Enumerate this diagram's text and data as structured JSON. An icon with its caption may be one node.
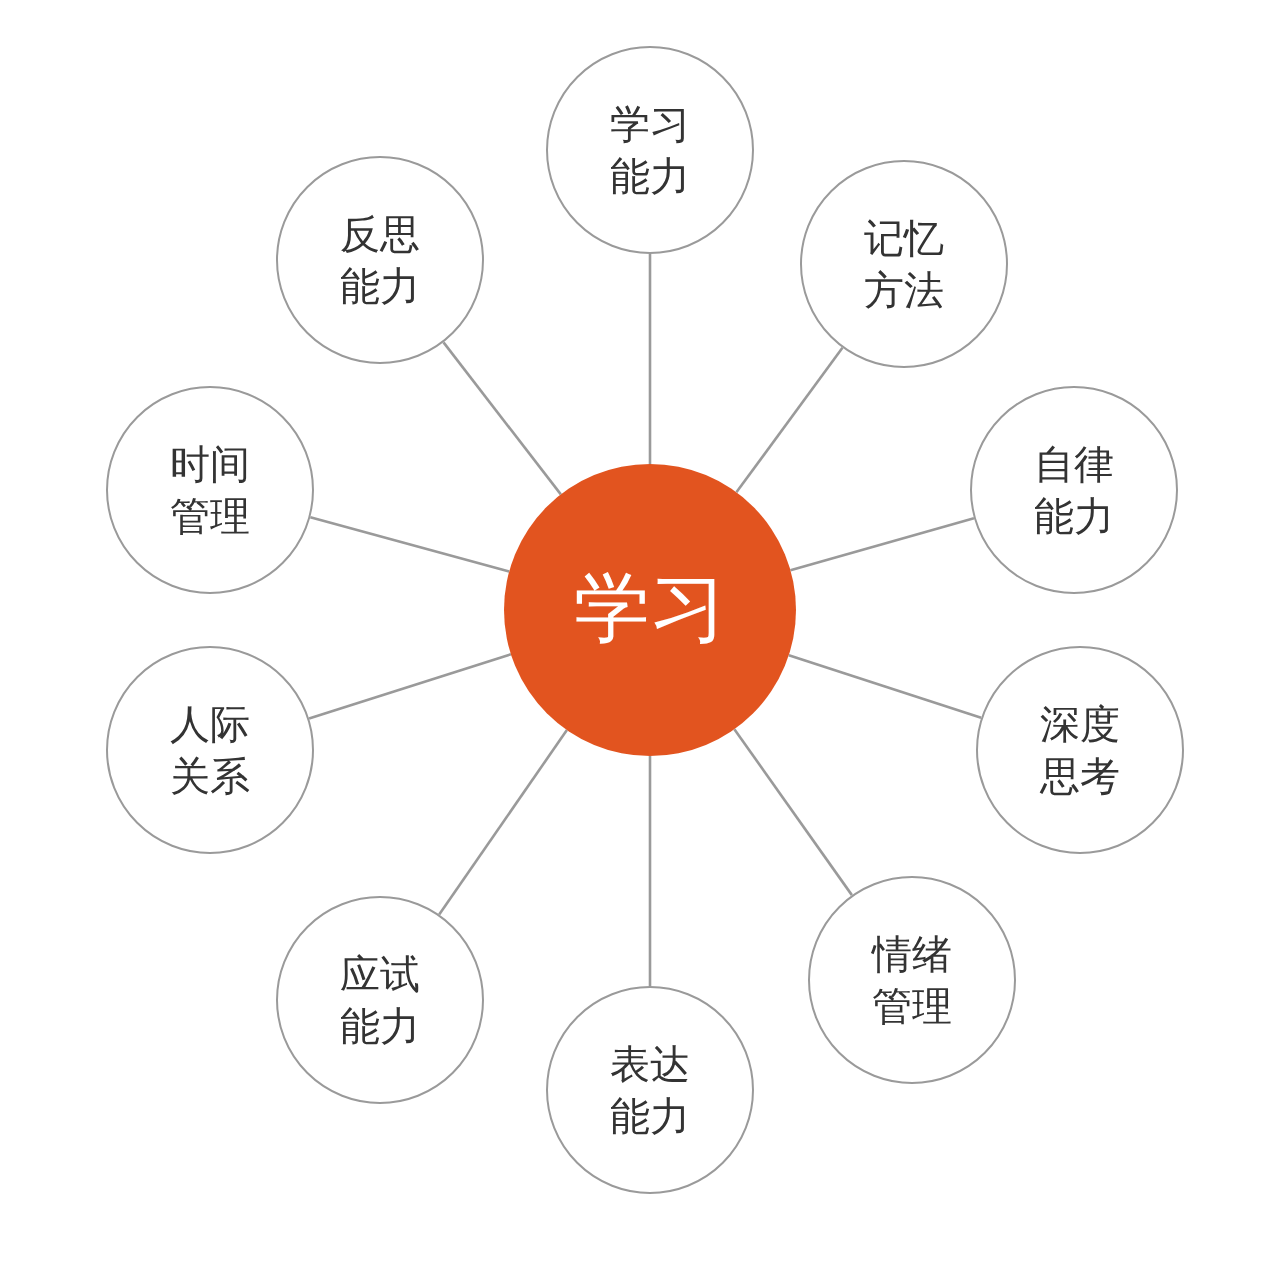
{
  "diagram": {
    "nodes": [
      {
        "text": [
          "学习"
        ]
      },
      {
        "text": [
          "学习能力"
        ]
      },
      {
        "text": [
          "记忆方法"
        ]
      },
      {
        "text": [
          "自律能力"
        ]
      },
      {
        "text": [
          "深度思考"
        ]
      },
      {
        "text": [
          "情绪管理"
        ]
      },
      {
        "text": [
          "表达能力"
        ]
      },
      {
        "text": [
          "应试能力"
        ]
      },
      {
        "text": [
          "人际关系"
        ]
      },
      {
        "text": [
          "时间管理"
        ]
      },
      {
        "text": [
          "反思能力"
        ]
      }
    ],
    "edges": [
      {
        "from": 0,
        "to": 1,
        "arrow": "none"
      },
      {
        "from": 0,
        "to": 2,
        "arrow": "none"
      },
      {
        "from": 0,
        "to": 3,
        "arrow": "none"
      },
      {
        "from": 0,
        "to": 4,
        "arrow": "none"
      },
      {
        "from": 0,
        "to": 5,
        "arrow": "none"
      },
      {
        "from": 0,
        "to": 6,
        "arrow": "none"
      },
      {
        "from": 0,
        "to": 7,
        "arrow": "none"
      },
      {
        "from": 0,
        "to": 8,
        "arrow": "none"
      },
      {
        "from": 0,
        "to": 9,
        "arrow": "none"
      },
      {
        "from": 0,
        "to": 10,
        "arrow": "none"
      }
    ]
  }
}
